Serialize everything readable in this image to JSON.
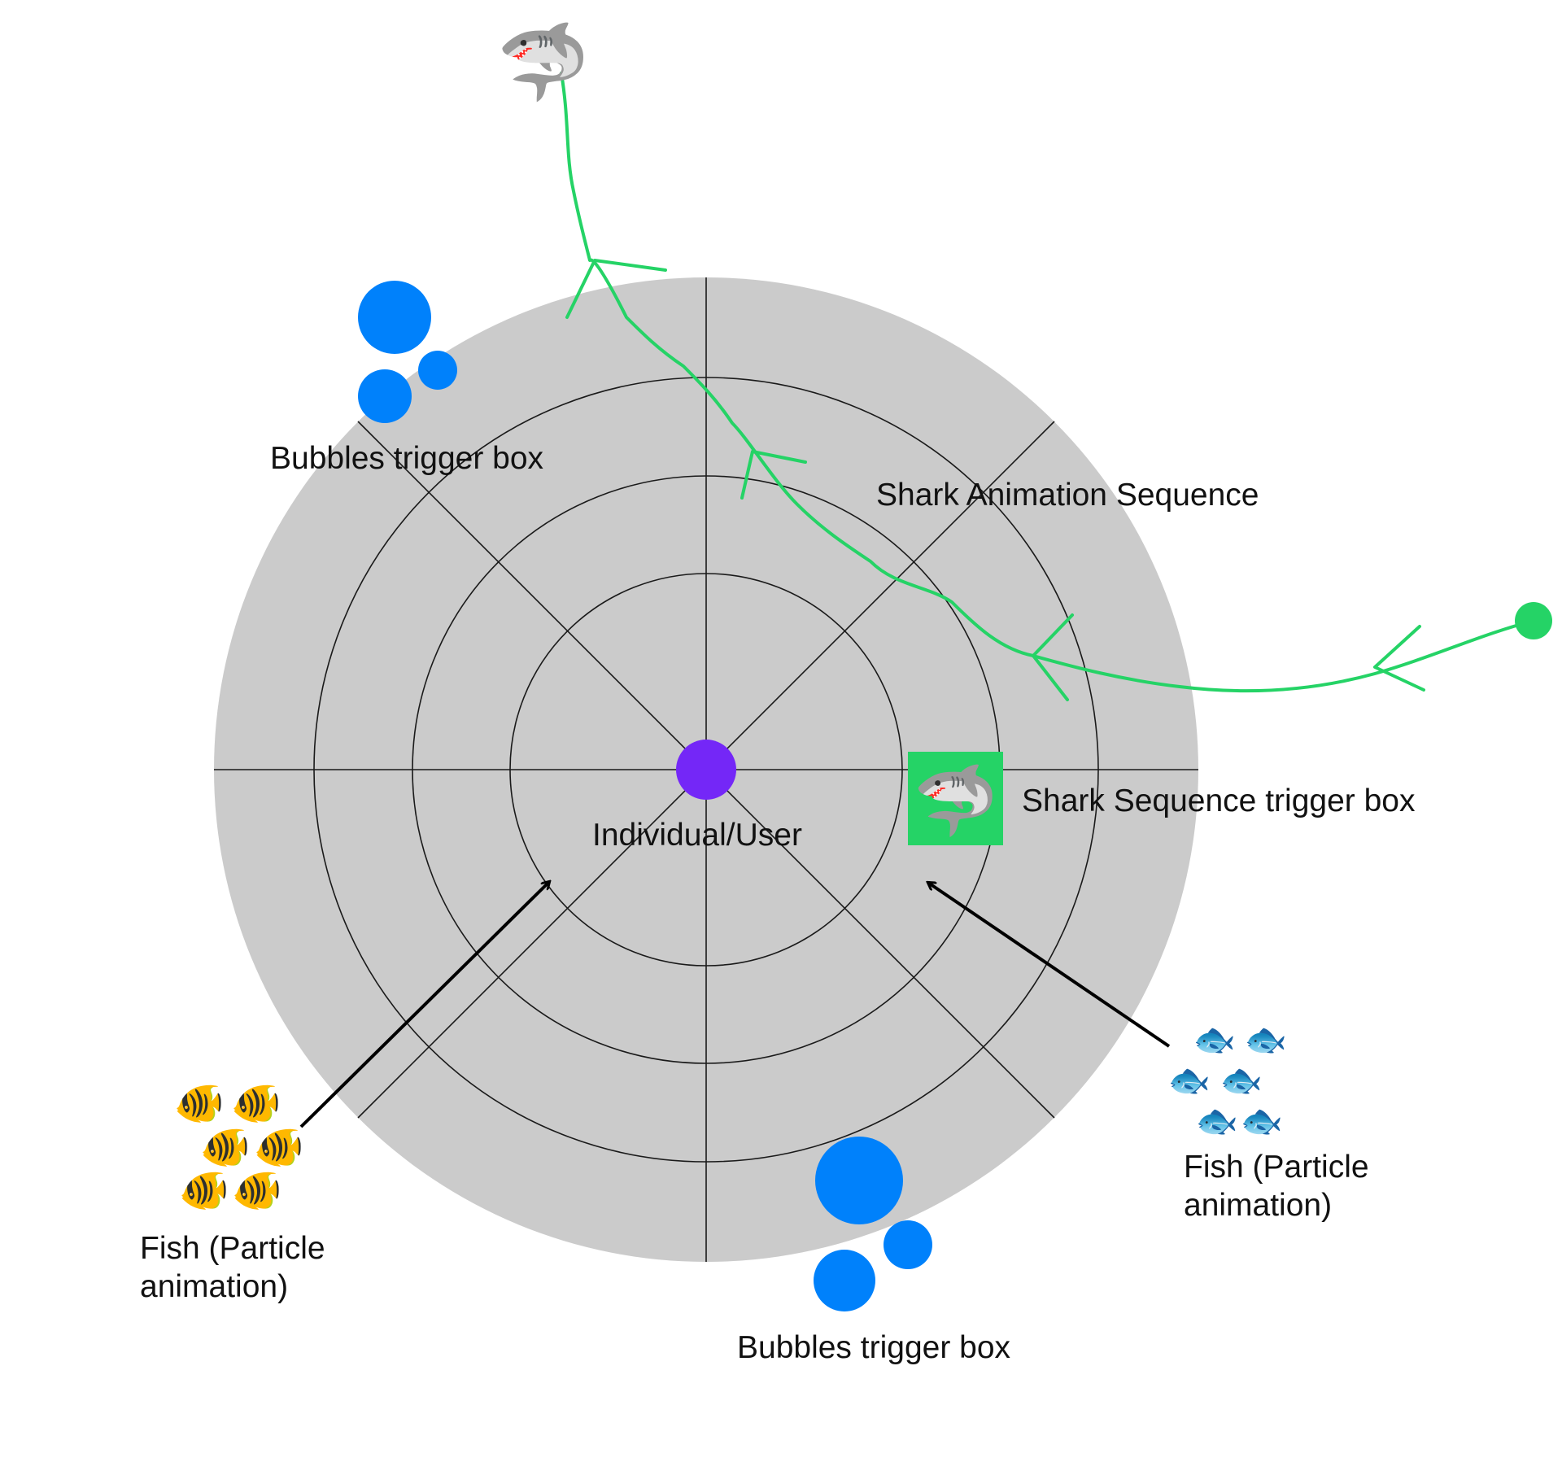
{
  "colors": {
    "disc": "#cbcbcb",
    "grid_line": "#1a1a1a",
    "user_dot": "#7427f7",
    "shark_path": "#25d366",
    "trigger_box": "#25d366",
    "bubble": "#0081fb",
    "arrow": "#000000",
    "text": "#111111"
  },
  "labels": {
    "bubbles_top": "Bubbles trigger box",
    "bubbles_bottom": "Bubbles trigger box",
    "shark_sequence": "Shark Animation Sequence",
    "shark_trigger": "Shark  Sequence trigger box",
    "user": "Individual/User",
    "fish_left_line1": "Fish (Particle",
    "fish_left_line2": "animation)",
    "fish_right_line1": "Fish (Particle",
    "fish_right_line2": "animation)"
  },
  "icons": {
    "shark": "shark-emoji",
    "tropical_fish": "tropical-fish-emoji",
    "fish": "fish-emoji"
  },
  "glyphs": {
    "shark": "🦈",
    "tropical_fish": "🐠",
    "fish": "🐟"
  }
}
